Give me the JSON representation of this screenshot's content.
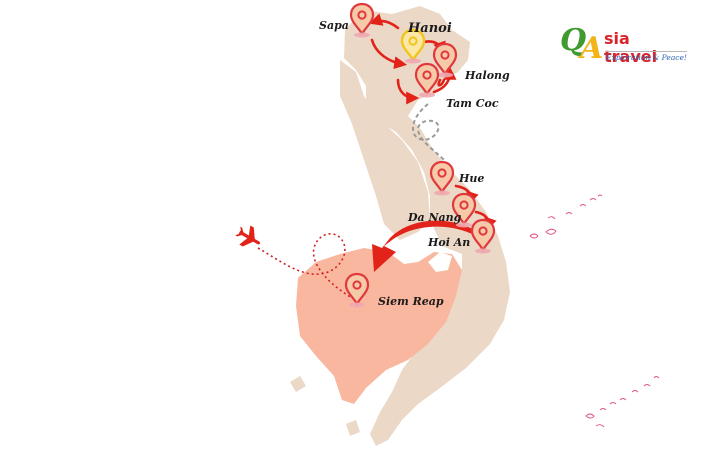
{
  "logo": {
    "q": "Q",
    "a": "A",
    "brand": "sia travel",
    "tagline": "Exploration & Peace!"
  },
  "places": {
    "sapa": "Sapa",
    "hanoi": "Hanoi",
    "halong": "Halong",
    "tamcoc": "Tam Coc",
    "hue": "Hue",
    "danang": "Da Nang",
    "hoian": "Hoi An",
    "siemreap": "Siem Reap"
  },
  "colors": {
    "land_vietnam": "#ecd8c6",
    "land_cambodia": "#f9b79f",
    "route_red": "#e2231a",
    "route_grey": "#9a9a9a",
    "pin_red": "#e8474a",
    "pin_yellow": "#f3c419",
    "islands_pink": "#e0527a"
  }
}
